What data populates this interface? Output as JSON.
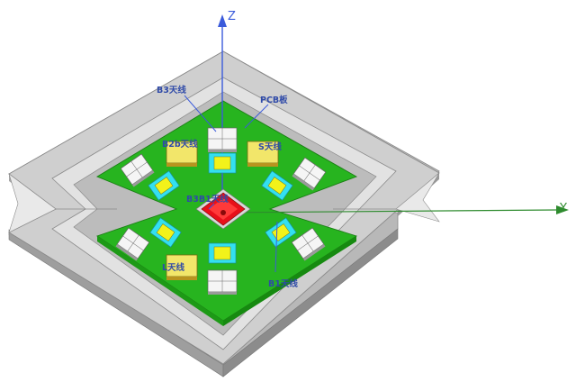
{
  "axes": {
    "z_label": "Z",
    "y_label": "Y"
  },
  "labels": {
    "b3": "B3天线",
    "pcb": "PCB板",
    "b2b": "B2b天线",
    "s": "S天线",
    "b3b1": "B3B1天线",
    "l": "L天线",
    "b1": "B1天线"
  },
  "colors": {
    "frame": "#c9c9c9",
    "pcb": "#27b41f",
    "yellow": "#f2f21a",
    "cyan": "#33e0f0",
    "red": "#e8101a",
    "gold": "#c9a832",
    "label": "#2f4aa8",
    "z_axis": "#3b5bdb",
    "y_axis": "#2e8b2e"
  }
}
